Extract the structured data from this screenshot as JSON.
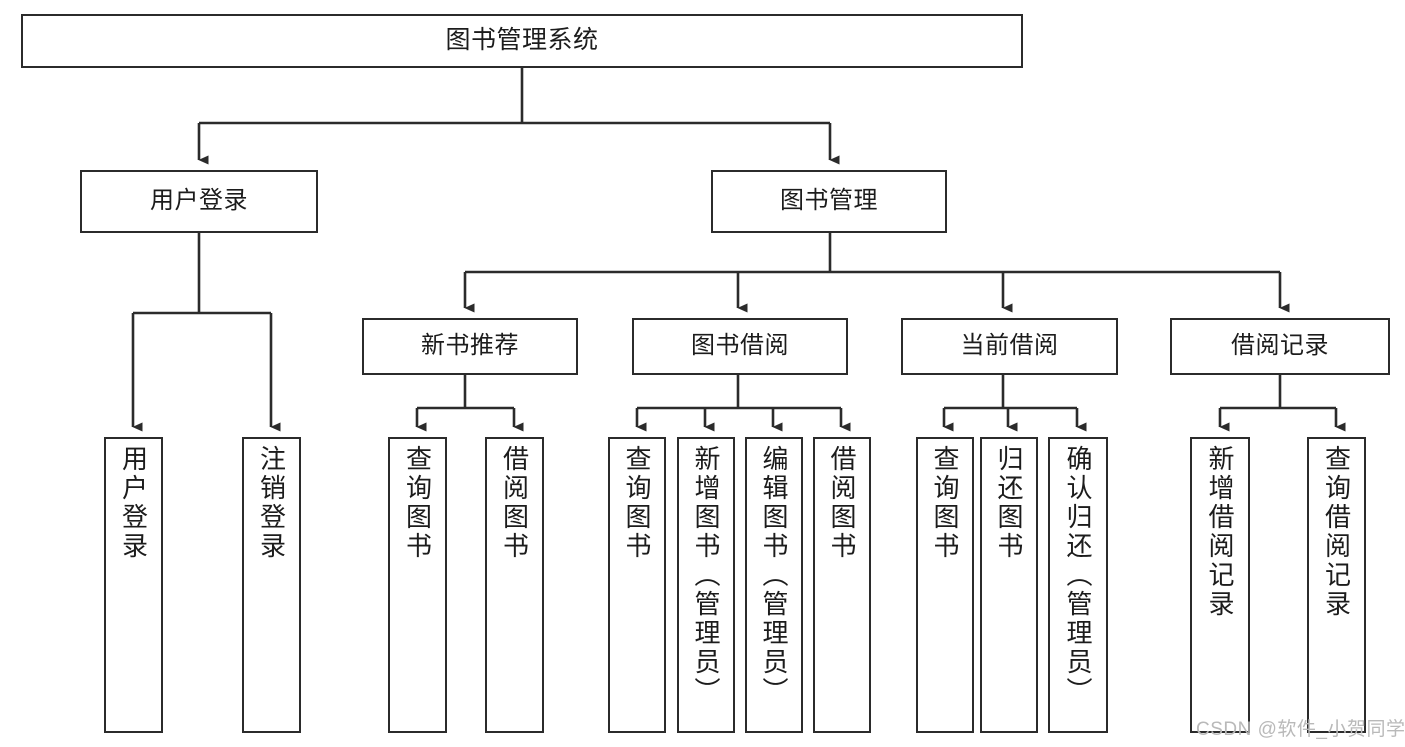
{
  "diagram": {
    "title": "图书管理系统",
    "type": "tree",
    "colors": {
      "box_border": "#2b2b2b",
      "box_fill": "#ffffff",
      "connector": "#2b2b2b",
      "text": "#1c1c1c",
      "watermark": "#b9b9b9",
      "background": "#ffffff"
    },
    "nodes": {
      "root": {
        "label": "图书管理系统"
      },
      "level2": [
        {
          "id": "user-login",
          "label": "用户登录"
        },
        {
          "id": "book-management",
          "label": "图书管理"
        }
      ],
      "level3": [
        {
          "id": "new-book-recommend",
          "label": "新书推荐"
        },
        {
          "id": "book-borrow",
          "label": "图书借阅"
        },
        {
          "id": "current-borrow",
          "label": "当前借阅"
        },
        {
          "id": "borrow-record",
          "label": "借阅记录"
        }
      ],
      "leaves": {
        "user-login": [
          {
            "id": "leaf-user-login",
            "label": "用户登录"
          },
          {
            "id": "leaf-user-logout",
            "label": "注销登录"
          }
        ],
        "new-book-recommend": [
          {
            "id": "leaf-query-book-1",
            "label": "查询图书"
          },
          {
            "id": "leaf-borrow-book-1",
            "label": "借阅图书"
          }
        ],
        "book-borrow": [
          {
            "id": "leaf-query-book-2",
            "label": "查询图书"
          },
          {
            "id": "leaf-add-book",
            "label": "新增图书（管理员）"
          },
          {
            "id": "leaf-edit-book",
            "label": "编辑图书（管理员）"
          },
          {
            "id": "leaf-borrow-book-2",
            "label": "借阅图书"
          }
        ],
        "current-borrow": [
          {
            "id": "leaf-query-book-3",
            "label": "查询图书"
          },
          {
            "id": "leaf-return-book",
            "label": "归还图书"
          },
          {
            "id": "leaf-confirm-return",
            "label": "确认归还（管理员）"
          }
        ],
        "borrow-record": [
          {
            "id": "leaf-add-record",
            "label": "新增借阅记录"
          },
          {
            "id": "leaf-query-record",
            "label": "查询借阅记录"
          }
        ]
      }
    },
    "watermark": "CSDN @软件_小贺同学"
  }
}
